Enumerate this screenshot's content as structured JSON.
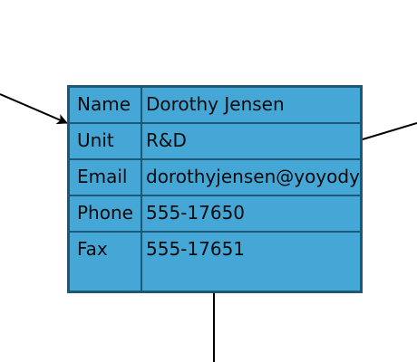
{
  "card": {
    "rows": [
      {
        "label": "Name",
        "value": "Dorothy Jensen"
      },
      {
        "label": "Unit",
        "value": "R&D"
      },
      {
        "label": "Email",
        "value": "dorothyjensen@yoyodyne.com"
      },
      {
        "label": "Phone",
        "value": "555-17650"
      },
      {
        "label": "Fax",
        "value": "555-17651"
      }
    ]
  },
  "colors": {
    "card_fill": "#45a7d6",
    "card_border": "#1e5874",
    "connector": "#000000"
  }
}
